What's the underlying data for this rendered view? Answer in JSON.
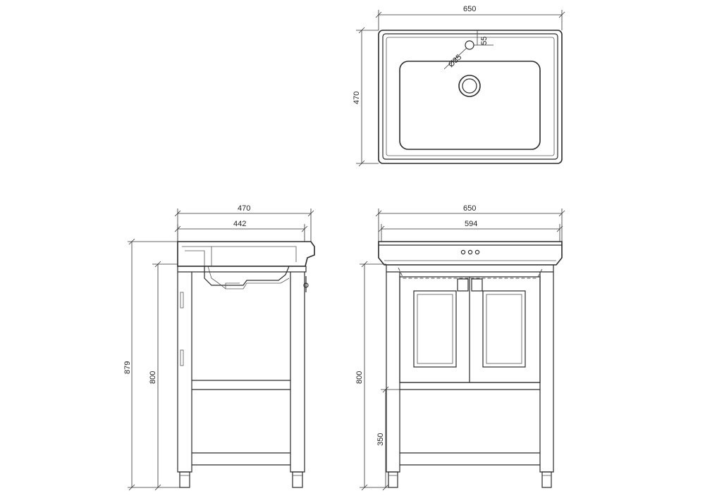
{
  "top_view": {
    "width_label": "650",
    "depth_label": "470",
    "tap_offset_label": "55",
    "tap_hole_label": "Ø35"
  },
  "side_view": {
    "width_outer_label": "470",
    "width_inner_label": "442",
    "total_height_label": "879",
    "frame_height_label": "800"
  },
  "front_view": {
    "width_outer_label": "650",
    "width_inner_label": "594",
    "frame_height_label": "800",
    "shelf_height_label": "350"
  }
}
